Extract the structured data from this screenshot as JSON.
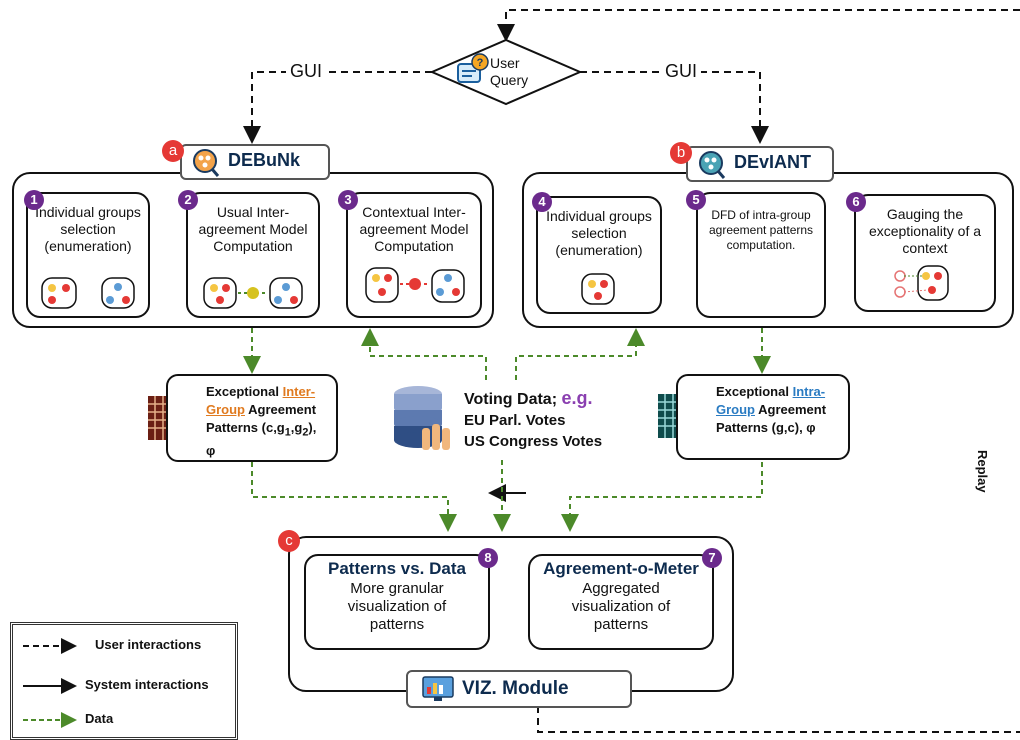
{
  "user_query": {
    "line1": "User",
    "line2": "Query"
  },
  "gui_labels": [
    "GUI",
    "GUI"
  ],
  "debunk": {
    "badge": "a",
    "name": "DEBuNk",
    "steps": [
      {
        "num": "1",
        "text": "Individual groups selection (enumeration)"
      },
      {
        "num": "2",
        "text": "Usual Inter-agreement Model Computation"
      },
      {
        "num": "3",
        "text": "Contextual Inter-agreement Model Computation"
      }
    ]
  },
  "deviant": {
    "badge": "b",
    "name": "DEvIANT",
    "steps": [
      {
        "num": "4",
        "text": "Individual groups selection (enumeration)"
      },
      {
        "num": "5",
        "text": "DFD of intra-group agreement patterns computation."
      },
      {
        "num": "6",
        "text": "Gauging the exceptionality of a context"
      }
    ]
  },
  "inter_patterns": {
    "prefix": "Exceptional ",
    "highlight1": "Inter-",
    "highlight2": "Group",
    "suffix1": " Agreement",
    "line3": "Patterns (c,g",
    "sub1": "1",
    "mid": ",g",
    "sub2": "2",
    "end": "), φ"
  },
  "intra_patterns": {
    "prefix": "Exceptional ",
    "highlight1": "Intra-",
    "highlight2": "Group",
    "suffix1": " Agreement",
    "line3": "Patterns (g,c), φ"
  },
  "voting": {
    "line1": "Voting Data; ",
    "eg": "e.g.",
    "line2": "EU Parl. Votes",
    "line3": "US Congress Votes"
  },
  "viz": {
    "badge": "c",
    "name": "VIZ. Module",
    "patterns_vs_data": {
      "num": "8",
      "title": "Patterns vs. Data",
      "text": "More granular visualization of patterns"
    },
    "agreement_o_meter": {
      "num": "7",
      "title": "Agreement-o-Meter",
      "text": "Aggregated visualization of patterns"
    }
  },
  "replay_label": "Replay",
  "legend": {
    "items": [
      {
        "style": "dashed-black",
        "label": "User interactions"
      },
      {
        "style": "solid-black",
        "label": "System interactions"
      },
      {
        "style": "dashed-green",
        "label": "Data"
      }
    ]
  },
  "colors": {
    "purple": "#6b2a8c",
    "red": "#e53935",
    "green": "#4c8a2a",
    "orange": "#e07a1f",
    "blue": "#2a7bc2",
    "navy": "#0d2b4e"
  }
}
